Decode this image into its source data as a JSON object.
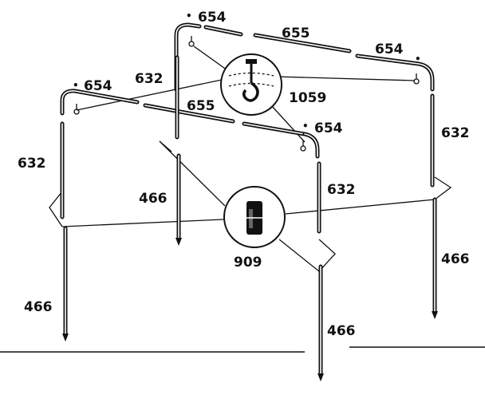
{
  "diagram": {
    "labels": {
      "p654_top": "654",
      "p655_top": "655",
      "p654_right": "654",
      "p654_left": "654",
      "p632_top_center": "632",
      "p1059": "1059",
      "p655_mid": "655",
      "p654_mid": "654",
      "p632_left": "632",
      "p632_right": "632",
      "p466_center": "466",
      "p632_front": "632",
      "p466_right": "466",
      "p909": "909",
      "p466_left": "466",
      "p466_front": "466"
    },
    "bullet": "•"
  }
}
